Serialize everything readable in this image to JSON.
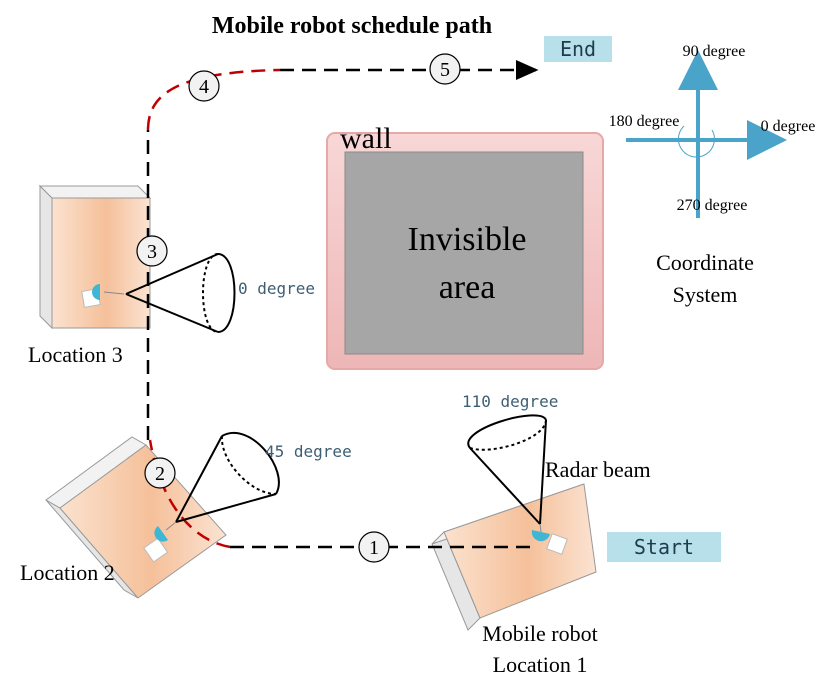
{
  "title": "Mobile robot schedule path",
  "wall_label": "wall",
  "invisible_area": [
    "Invisible",
    "area"
  ],
  "start_label": "Start",
  "end_label": "End",
  "steps": [
    "1",
    "2",
    "3",
    "4",
    "5"
  ],
  "locations": {
    "loc1": [
      "Mobile robot",
      "Location 1"
    ],
    "loc2": "Location 2",
    "loc3": "Location 3"
  },
  "beam_angles": {
    "loc1": "110 degree",
    "loc2": "45 degree",
    "loc3": "0 degree"
  },
  "radar_beam_label": "Radar beam",
  "coordinate_system": {
    "caption": [
      "Coordinate",
      "System"
    ],
    "deg_90": "90 degree",
    "deg_180": "180 degree",
    "deg_0": "0 degree",
    "deg_270": "270 degree"
  },
  "colors": {
    "path_black": "#000000",
    "path_red": "#c00000",
    "axis": "#4aa3c8",
    "tag_bg": "#b8e0ea",
    "wall_frame": "#f2c4c4",
    "invisible_fill": "#a6a6a6",
    "box_front": "#f7c9a6",
    "box_side": "#e0e0e0",
    "sensor": "#3fb6d4"
  }
}
